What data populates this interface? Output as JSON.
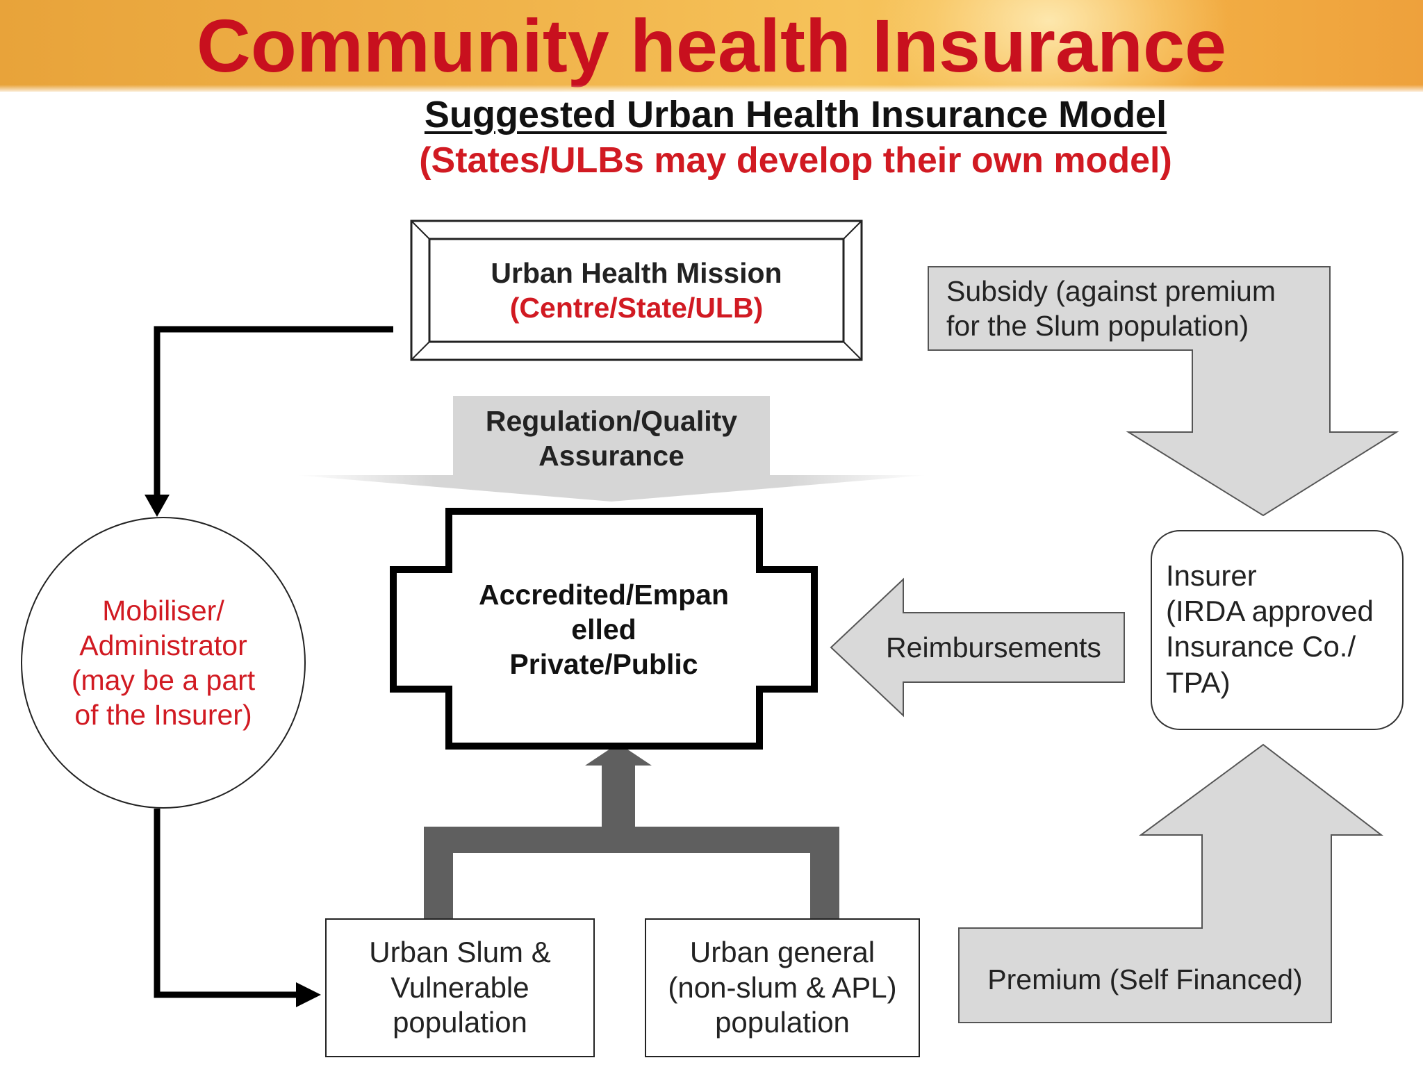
{
  "header": {
    "title": "Community health Insurance",
    "subtitle": "Suggested Urban Health Insurance Model",
    "note": "(States/ULBs may develop their own model)"
  },
  "nodes": {
    "mission": {
      "line1": "Urban Health Mission",
      "line2": "(Centre/State/ULB)"
    },
    "regulation": {
      "line1": "Regulation/Quality",
      "line2": "Assurance"
    },
    "providers": {
      "line1": "Accredited/Empan",
      "line2": "elled",
      "line3": "Private/Public"
    },
    "mobiliser": {
      "line1": "Mobiliser/",
      "line2": "Administrator",
      "line3": "(may be a part",
      "line4": "of the Insurer)"
    },
    "insurer": {
      "line1": "Insurer",
      "line2": "(IRDA approved",
      "line3": "Insurance Co./",
      "line4": "TPA)"
    },
    "slum_population": {
      "line1": "Urban Slum &",
      "line2": "Vulnerable",
      "line3": "population"
    },
    "general_population": {
      "line1": "Urban general",
      "line2": "(non-slum & APL)",
      "line3": "population"
    }
  },
  "arrows": {
    "subsidy": {
      "line1": "Subsidy (against premium",
      "line2": "for the Slum population)"
    },
    "reimbursements": "Reimbursements",
    "premium": "Premium (Self Financed)"
  },
  "colors": {
    "title_red": "#c8101e",
    "accent_red": "#d11a22",
    "arrow_fill": "#d9d9d9",
    "connector_grey": "#5f5f5f",
    "line_black": "#000000"
  }
}
